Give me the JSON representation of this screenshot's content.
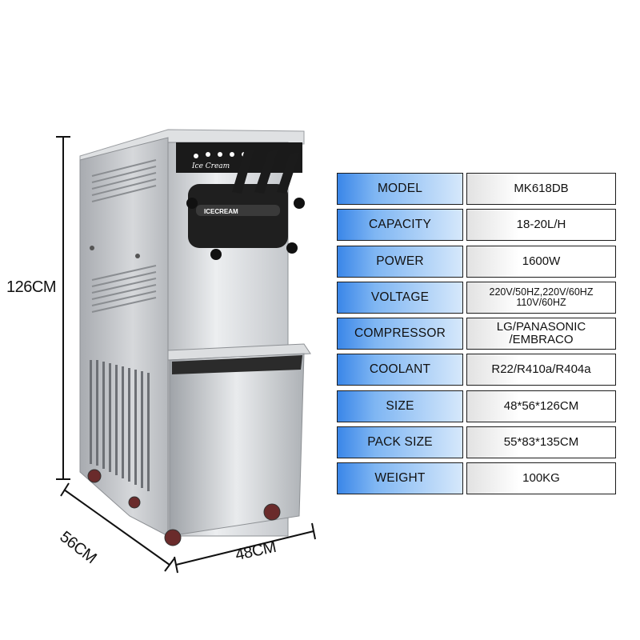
{
  "dimensions": {
    "height_label": "126CM",
    "depth_label": "56CM",
    "width_label": "48CM"
  },
  "machine": {
    "brand_text": "ICECREAM",
    "script_text": "Ice Cream"
  },
  "specs": [
    {
      "label": "MODEL",
      "value_lines": [
        "MK618DB"
      ]
    },
    {
      "label": "CAPACITY",
      "value_lines": [
        "18-20L/H"
      ]
    },
    {
      "label": "POWER",
      "value_lines": [
        "1600W"
      ]
    },
    {
      "label": "VOLTAGE",
      "value_lines": [
        "220V/50HZ,220V/60HZ",
        "110V/60HZ"
      ]
    },
    {
      "label": "COMPRESSOR",
      "value_lines": [
        "LG/PANASONIC",
        "/EMBRACO"
      ]
    },
    {
      "label": "COOLANT",
      "value_lines": [
        "R22/R410a/R404a"
      ]
    },
    {
      "label": "SIZE",
      "value_lines": [
        "48*56*126CM"
      ]
    },
    {
      "label": "PACK SIZE",
      "value_lines": [
        "55*83*135CM"
      ]
    },
    {
      "label": "WEIGHT",
      "value_lines": [
        "100KG"
      ]
    }
  ],
  "colors": {
    "label_gradient_start": "#3a86e8",
    "label_gradient_end": "#d6e8fb",
    "steel": "#c9ccd0",
    "panel_black": "#1a1a1a"
  }
}
